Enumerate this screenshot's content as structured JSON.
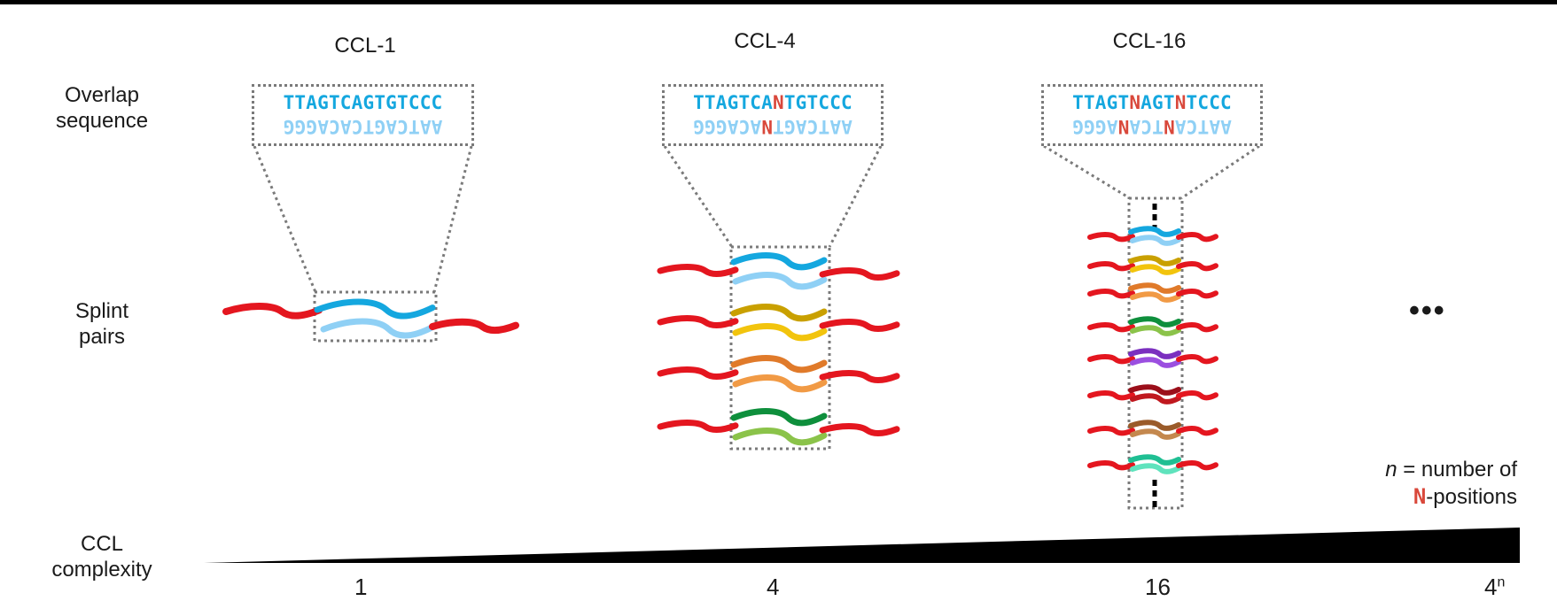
{
  "row_labels": {
    "overlap": "Overlap\nsequence",
    "splint": "Splint\npairs",
    "complexity": "CCL\ncomplexity"
  },
  "panels": [
    {
      "title": "CCL-1",
      "top_seq": [
        "TTAGTCAGTGTCCC"
      ],
      "bottom_seq": "AATCAGTCACAGGG"
    },
    {
      "title": "CCL-4",
      "top_seq": [
        "TTAGTCA",
        "N",
        "TGTCCC"
      ],
      "bottom_seq": "AATCAGT|N|ACAGGG"
    },
    {
      "title": "CCL-16",
      "top_seq": [
        "TTAGT",
        "N",
        "AGT",
        "N",
        "TCCC"
      ],
      "bottom_seq": "AATCA|N|TCA|N|AGGG"
    }
  ],
  "ellipsis": "•••",
  "note": {
    "italic_n": "n",
    "line1_rest": " = number of",
    "n_glyph": "N",
    "line2_rest": "-positions"
  },
  "ticks": [
    "1",
    "4",
    "16",
    "4"
  ],
  "tick_superscript": "n",
  "colors": {
    "strand_red": "#e4161f",
    "seq_top": "#14a7df",
    "seq_bottom": "#8fd0f5",
    "n_position": "#d9483b",
    "pairs": [
      [
        "#14a7df",
        "#8fd0f5"
      ],
      [
        "#c9a000",
        "#f2c40d"
      ],
      [
        "#e07a2a",
        "#f19a45"
      ],
      [
        "#0e8f3c",
        "#8bc34a"
      ],
      [
        "#7b2fbf",
        "#9b4fe0"
      ],
      [
        "#9b0f1a",
        "#c0181f"
      ],
      [
        "#9a5b2a",
        "#c4884e"
      ],
      [
        "#1fbf93",
        "#5fe3bd"
      ]
    ]
  }
}
